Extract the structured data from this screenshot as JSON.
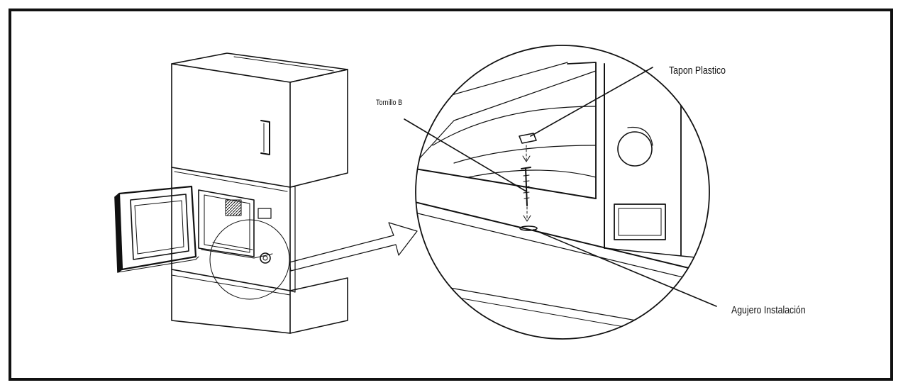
{
  "figure": {
    "type": "installation-diagram",
    "subject": "built-in microwave in tall cabinet with magnified detail",
    "colors": {
      "stroke": "#111111",
      "background": "#ffffff"
    }
  },
  "callouts": {
    "tapon_plastico": "Tapon Plastico",
    "tornillo_b": "Tornillo B",
    "agujero_instalacion": "Agujero Instalación"
  }
}
